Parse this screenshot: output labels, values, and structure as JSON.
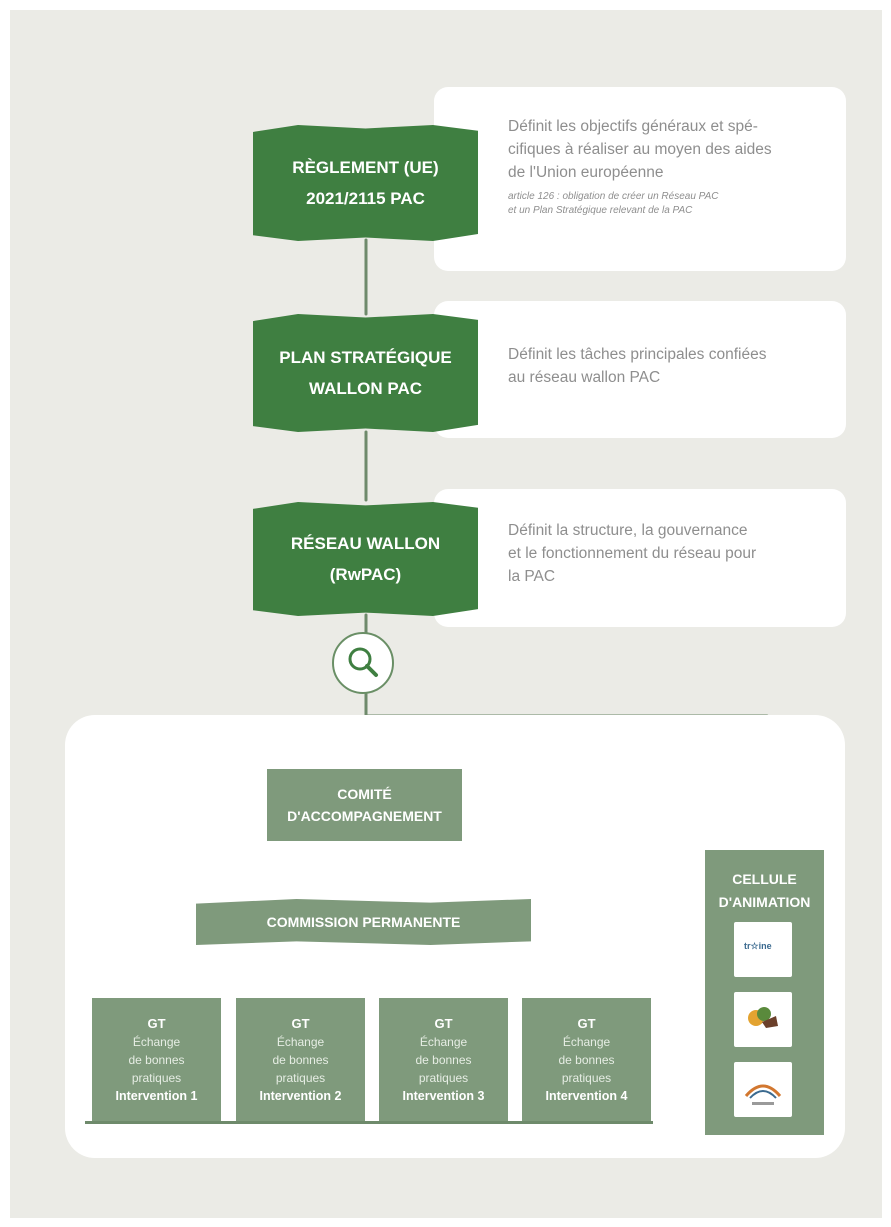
{
  "colors": {
    "background": "#ebebe6",
    "card": "#ffffff",
    "dark_green": "#3f7f41",
    "sage_green": "#7f9a7c",
    "line": "#6e8a6b",
    "muted_text": "#8e8e8e"
  },
  "levels": [
    {
      "title_lines": [
        "RÈGLEMENT (UE)",
        "2021/2115 PAC"
      ],
      "description_lines": [
        "Définit les objectifs généraux et spé-",
        "cifiques à réaliser au moyen des aides",
        "de l'Union européenne"
      ],
      "note_lines": [
        "article 126 : obligation de créer un Réseau PAC",
        "et un Plan Stratégique relevant de la PAC"
      ]
    },
    {
      "title_lines": [
        "PLAN STRATÉGIQUE",
        "WALLON PAC"
      ],
      "description_lines": [
        "Définit les tâches principales confiées",
        "au réseau wallon PAC"
      ]
    },
    {
      "title_lines": [
        "RÉSEAU WALLON",
        "(RwPAC)"
      ],
      "description_lines": [
        "Définit la structure, la gouvernance",
        "et le fonctionnement du réseau pour",
        "la PAC"
      ]
    }
  ],
  "search_icon": "magnifier-icon",
  "comite_lines": [
    "COMITÉ",
    "D'ACCOMPAGNEMENT"
  ],
  "commission": "COMMISSION PERMANENTE",
  "cellule_lines": [
    "CELLULE",
    "D'ANIMATION"
  ],
  "gt_groups": [
    {
      "title": "GT",
      "sub_lines": [
        "Échange",
        "de bonnes",
        "pratiques"
      ],
      "intervention": "Intervention 1"
    },
    {
      "title": "GT",
      "sub_lines": [
        "Échange",
        "de bonnes",
        "pratiques"
      ],
      "intervention": "Intervention 2"
    },
    {
      "title": "GT",
      "sub_lines": [
        "Échange",
        "de bonnes",
        "pratiques"
      ],
      "intervention": "Intervention 3"
    },
    {
      "title": "GT",
      "sub_lines": [
        "Échange",
        "de bonnes",
        "pratiques"
      ],
      "intervention": "Intervention 4"
    }
  ],
  "partner_logos": [
    {
      "icon": "partner-logo-1",
      "text": "tr☆ine"
    },
    {
      "icon": "partner-logo-2"
    },
    {
      "icon": "partner-logo-3"
    }
  ]
}
